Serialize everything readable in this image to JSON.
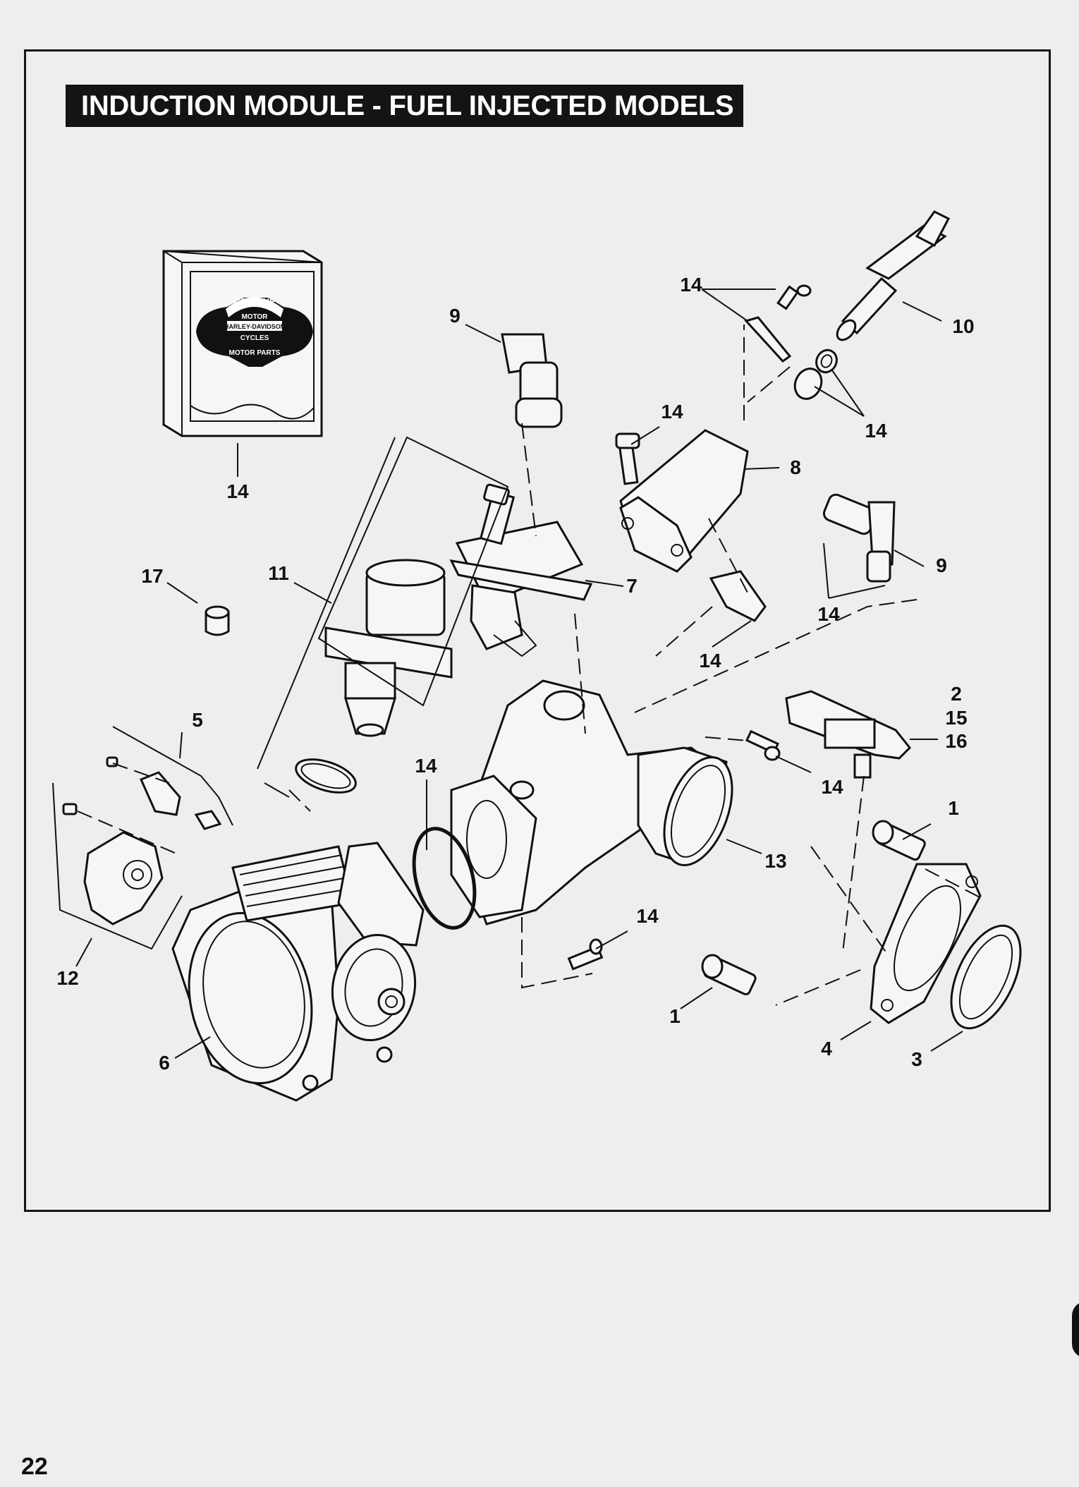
{
  "title": "INDUCTION MODULE - FUEL INJECTED MODELS",
  "page_number": "22",
  "logo": {
    "line1": "GENUINE",
    "line2": "MOTOR",
    "line3": "HARLEY-DAVIDSON",
    "line4": "CYCLES",
    "line5": "MOTOR PARTS"
  },
  "callouts": {
    "c1a": "1",
    "c1b": "1",
    "c2": "2",
    "c3": "3",
    "c4": "4",
    "c5": "5",
    "c6": "6",
    "c7": "7",
    "c8": "8",
    "c9a": "9",
    "c9b": "9",
    "c10": "10",
    "c11": "11",
    "c12": "12",
    "c13": "13",
    "c14_box": "14",
    "c14_top": "14",
    "c14_oring": "14",
    "c14_screw8": "14",
    "c14_injector": "14",
    "c14_clip": "14",
    "c14_screw_map": "14",
    "c14_oring_large": "14",
    "c14_bottom": "14",
    "c15": "15",
    "c16": "16",
    "c17": "17"
  }
}
